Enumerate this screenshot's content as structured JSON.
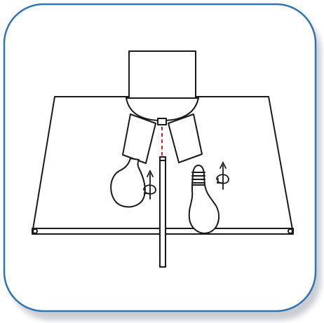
{
  "diagram": {
    "kind": "instructional-icon",
    "subject": "lamp-shade-bulb-installation",
    "colors": {
      "frame_border": "#2f74b5",
      "frame_shadow": "#c9cdd3",
      "background": "#ffffff",
      "line": "#1a1a1a",
      "alignment_line": "#d62020"
    },
    "icons": {
      "frame": "rounded-square-frame",
      "housing": "lamp-housing-box",
      "shade": "lampshade",
      "socket_left": "left-bulb-socket",
      "socket_right": "right-bulb-socket",
      "bulb_installed": "installed-bulb",
      "bulb_loose": "loose-bulb",
      "rotate_left": "clockwise-rotation-arrow",
      "rotate_right": "clockwise-rotation-arrow",
      "rod": "center-rod",
      "alignment": "alignment-guide-line"
    }
  }
}
